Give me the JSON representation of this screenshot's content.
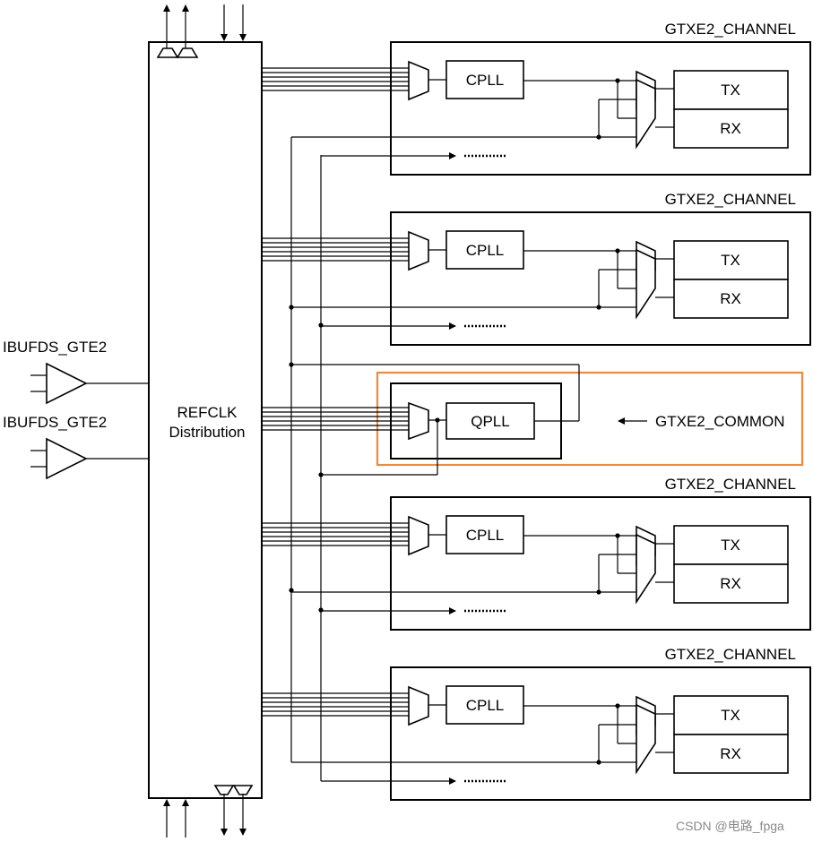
{
  "refclk": {
    "line1": "REFCLK",
    "line2": "Distribution"
  },
  "ibufds": [
    {
      "label": "IBUFDS_GTE2"
    },
    {
      "label": "IBUFDS_GTE2"
    }
  ],
  "channels": [
    {
      "title": "GTXE2_CHANNEL",
      "pll": "CPLL",
      "tx": "TX",
      "rx": "RX"
    },
    {
      "title": "GTXE2_CHANNEL",
      "pll": "CPLL",
      "tx": "TX",
      "rx": "RX"
    },
    {
      "title": "GTXE2_CHANNEL",
      "pll": "CPLL",
      "tx": "TX",
      "rx": "RX"
    },
    {
      "title": "GTXE2_CHANNEL",
      "pll": "CPLL",
      "tx": "TX",
      "rx": "RX"
    }
  ],
  "common": {
    "pll": "QPLL",
    "label": "GTXE2_COMMON",
    "highlight_color": "#ee8a3a"
  },
  "watermark": "CSDN @电路_fpga"
}
